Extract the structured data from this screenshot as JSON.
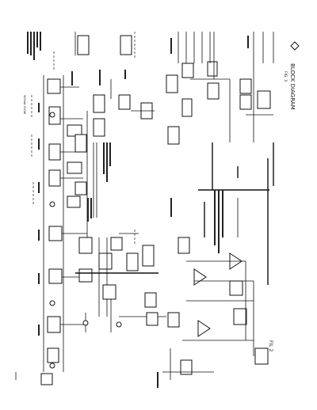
{
  "title_block": {
    "title": "BLOCK DIAGRAM",
    "figure": "FIG. 3",
    "sheet_mark": "FIL 2"
  },
  "notes": {
    "top_note": "SIGNAL FLOW"
  }
}
